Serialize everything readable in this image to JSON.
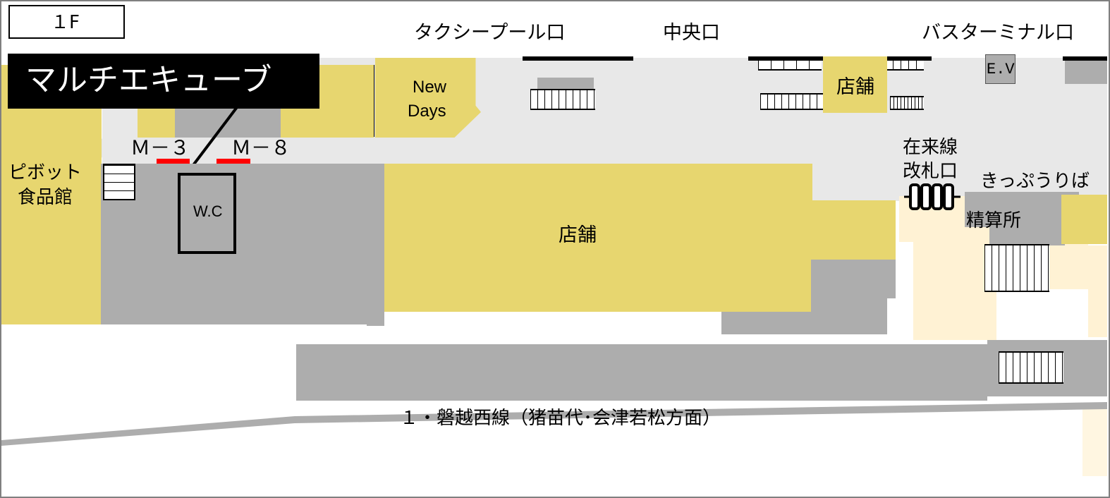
{
  "floor_label": "１F",
  "callout": {
    "label": "マルチエキューブ",
    "bg": "#000000",
    "fg": "#ffffff"
  },
  "entrances": {
    "taxi_pool": "タクシープール口",
    "central": "中央口",
    "bus_terminal": "バスターミナル口"
  },
  "areas": {
    "newdays_line1": "New",
    "newdays_line2": "Days",
    "shop_small": "店舗",
    "shop_large": "店舗",
    "elevator": "E.V",
    "pivot_line1": "ピボット",
    "pivot_line2": "食品館",
    "wc": "W.C",
    "gate_line1": "在来線",
    "gate_line2": "改札口",
    "ticket_sales": "きっぷうりば",
    "fare_adjust": "精算所"
  },
  "lockers": [
    {
      "id": "M-3",
      "label": "Ｍ－３",
      "color": "#ff0000"
    },
    {
      "id": "M-8",
      "label": "Ｍ－８",
      "color": "#ff0000"
    }
  ],
  "platform": {
    "label": "１・磐越西線（猪苗代･会津若松方面）"
  },
  "colors": {
    "shop": "#e7d66f",
    "facility": "#adadad",
    "concourse": "#e8e8e8",
    "paid_area": "#fff2d4",
    "locker": "#ff0000"
  }
}
